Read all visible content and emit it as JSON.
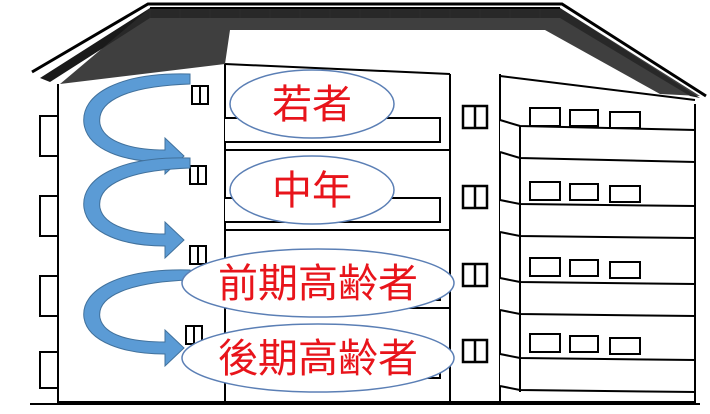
{
  "diagram": {
    "floor_labels": [
      {
        "text": "若者"
      },
      {
        "text": "中年"
      },
      {
        "text": "前期高齢者"
      },
      {
        "text": "後期高齢者"
      }
    ],
    "colors": {
      "label_text": "#e8141b",
      "ellipse_stroke": "#5b7fb5",
      "arrow_fill": "#5b9bd5",
      "line": "#000000"
    }
  }
}
